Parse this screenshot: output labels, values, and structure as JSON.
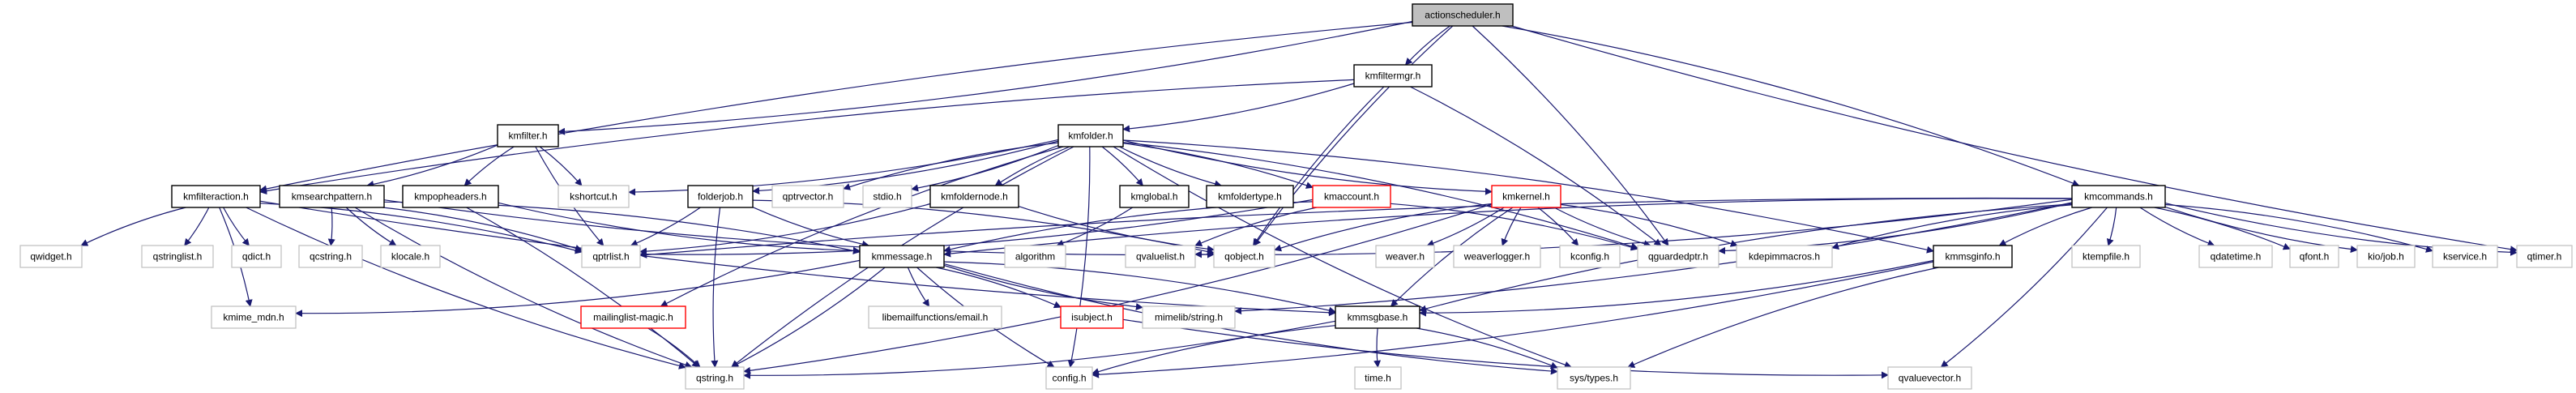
{
  "diagram": {
    "title": "actionscheduler.h include dependency graph",
    "colors": {
      "edge": "#191970",
      "root_fill": "#bfbfbf",
      "local_border": "#000000",
      "external_border": "#bfbfbf",
      "truncated_border": "#ff0000"
    },
    "nodes": [
      {
        "id": "actionscheduler",
        "label": "actionscheduler.h",
        "kind": "root"
      },
      {
        "id": "kmfiltermgr",
        "label": "kmfiltermgr.h",
        "kind": "local"
      },
      {
        "id": "kmfilter",
        "label": "kmfilter.h",
        "kind": "local"
      },
      {
        "id": "kmfolder",
        "label": "kmfolder.h",
        "kind": "local"
      },
      {
        "id": "kmfilteraction",
        "label": "kmfilteraction.h",
        "kind": "local"
      },
      {
        "id": "kmsearchpattern",
        "label": "kmsearchpattern.h",
        "kind": "local"
      },
      {
        "id": "kmpopheaders",
        "label": "kmpopheaders.h",
        "kind": "local"
      },
      {
        "id": "kshortcut",
        "label": "kshortcut.h",
        "kind": "external"
      },
      {
        "id": "folderjob",
        "label": "folderjob.h",
        "kind": "local"
      },
      {
        "id": "qptrvector",
        "label": "qptrvector.h",
        "kind": "external"
      },
      {
        "id": "stdio",
        "label": "stdio.h",
        "kind": "external"
      },
      {
        "id": "kmfoldernode",
        "label": "kmfoldernode.h",
        "kind": "local"
      },
      {
        "id": "kmglobal",
        "label": "kmglobal.h",
        "kind": "local"
      },
      {
        "id": "kmfoldertype",
        "label": "kmfoldertype.h",
        "kind": "local"
      },
      {
        "id": "kmaccount",
        "label": "kmaccount.h",
        "kind": "truncated"
      },
      {
        "id": "kmkernel",
        "label": "kmkernel.h",
        "kind": "truncated"
      },
      {
        "id": "kmcommands",
        "label": "kmcommands.h",
        "kind": "local"
      },
      {
        "id": "qwidget",
        "label": "qwidget.h",
        "kind": "external"
      },
      {
        "id": "qstringlist",
        "label": "qstringlist.h",
        "kind": "external"
      },
      {
        "id": "qdict",
        "label": "qdict.h",
        "kind": "external"
      },
      {
        "id": "qcstring",
        "label": "qcstring.h",
        "kind": "external"
      },
      {
        "id": "klocale",
        "label": "klocale.h",
        "kind": "external"
      },
      {
        "id": "qptrlist",
        "label": "qptrlist.h",
        "kind": "external"
      },
      {
        "id": "kmmessage",
        "label": "kmmessage.h",
        "kind": "local"
      },
      {
        "id": "algorithm",
        "label": "algorithm",
        "kind": "external"
      },
      {
        "id": "qvaluelist",
        "label": "qvaluelist.h",
        "kind": "external"
      },
      {
        "id": "qobject",
        "label": "qobject.h",
        "kind": "external"
      },
      {
        "id": "weaver",
        "label": "weaver.h",
        "kind": "external"
      },
      {
        "id": "weaverlogger",
        "label": "weaverlogger.h",
        "kind": "external"
      },
      {
        "id": "kconfig",
        "label": "kconfig.h",
        "kind": "external"
      },
      {
        "id": "qguardedptr",
        "label": "qguardedptr.h",
        "kind": "external"
      },
      {
        "id": "kdepimmacros",
        "label": "kdepimmacros.h",
        "kind": "external"
      },
      {
        "id": "kmmsginfo",
        "label": "kmmsginfo.h",
        "kind": "local"
      },
      {
        "id": "ktempfile",
        "label": "ktempfile.h",
        "kind": "external"
      },
      {
        "id": "qdatetime",
        "label": "qdatetime.h",
        "kind": "external"
      },
      {
        "id": "qfont",
        "label": "qfont.h",
        "kind": "external"
      },
      {
        "id": "kiojob",
        "label": "kio/job.h",
        "kind": "external"
      },
      {
        "id": "kservice",
        "label": "kservice.h",
        "kind": "external"
      },
      {
        "id": "qtimer",
        "label": "qtimer.h",
        "kind": "external"
      },
      {
        "id": "kmime_mdn",
        "label": "kmime_mdn.h",
        "kind": "external"
      },
      {
        "id": "mailinglistmagic",
        "label": "mailinglist-magic.h",
        "kind": "truncated"
      },
      {
        "id": "libemail",
        "label": "libemailfunctions/email.h",
        "kind": "external"
      },
      {
        "id": "isubject",
        "label": "isubject.h",
        "kind": "truncated"
      },
      {
        "id": "mimelibstring",
        "label": "mimelib/string.h",
        "kind": "external"
      },
      {
        "id": "kmmsgbase",
        "label": "kmmsgbase.h",
        "kind": "local"
      },
      {
        "id": "qstring",
        "label": "qstring.h",
        "kind": "external"
      },
      {
        "id": "config",
        "label": "config.h",
        "kind": "external"
      },
      {
        "id": "time",
        "label": "time.h",
        "kind": "external"
      },
      {
        "id": "systypes",
        "label": "sys/types.h",
        "kind": "external"
      },
      {
        "id": "qvaluevector",
        "label": "qvaluevector.h",
        "kind": "external"
      }
    ],
    "edges": [
      [
        "actionscheduler",
        "kmfiltermgr"
      ],
      [
        "actionscheduler",
        "kmfilter"
      ],
      [
        "actionscheduler",
        "kmfilteraction"
      ],
      [
        "actionscheduler",
        "kmcommands"
      ],
      [
        "actionscheduler",
        "qobject"
      ],
      [
        "actionscheduler",
        "qguardedptr"
      ],
      [
        "actionscheduler",
        "qtimer"
      ],
      [
        "kmfiltermgr",
        "kmfolder"
      ],
      [
        "kmfiltermgr",
        "kmfilteraction"
      ],
      [
        "kmfiltermgr",
        "qguardedptr"
      ],
      [
        "kmfiltermgr",
        "qobject"
      ],
      [
        "kmfilter",
        "kmsearchpattern"
      ],
      [
        "kmfilter",
        "kmpopheaders"
      ],
      [
        "kmfilter",
        "kshortcut"
      ],
      [
        "kmfilter",
        "qptrlist"
      ],
      [
        "kmfolder",
        "folderjob"
      ],
      [
        "kmfolder",
        "qptrvector"
      ],
      [
        "kmfolder",
        "stdio"
      ],
      [
        "kmfolder",
        "kmfoldernode"
      ],
      [
        "kmfolder",
        "kmglobal"
      ],
      [
        "kmfolder",
        "kmfoldertype"
      ],
      [
        "kmfolder",
        "kmaccount"
      ],
      [
        "kmfolder",
        "kmkernel"
      ],
      [
        "kmfolder",
        "kshortcut"
      ],
      [
        "kmfolder",
        "mailinglistmagic"
      ],
      [
        "kmfolder",
        "config"
      ],
      [
        "kmfolder",
        "qstring"
      ],
      [
        "kmfolder",
        "kmmsginfo"
      ],
      [
        "kmfolder",
        "systypes"
      ],
      [
        "kmfolder",
        "qguardedptr"
      ],
      [
        "kmfilteraction",
        "qwidget"
      ],
      [
        "kmfilteraction",
        "qstringlist"
      ],
      [
        "kmfilteraction",
        "qdict"
      ],
      [
        "kmfilteraction",
        "kmime_mdn"
      ],
      [
        "kmfilteraction",
        "qstring"
      ],
      [
        "kmfilteraction",
        "qptrlist"
      ],
      [
        "kmfilteraction",
        "kmmsgbase"
      ],
      [
        "kmsearchpattern",
        "qcstring"
      ],
      [
        "kmsearchpattern",
        "klocale"
      ],
      [
        "kmsearchpattern",
        "qptrlist"
      ],
      [
        "kmsearchpattern",
        "qstring"
      ],
      [
        "kmsearchpattern",
        "kmmessage"
      ],
      [
        "kmsearchpattern",
        "qobject"
      ],
      [
        "kmpopheaders",
        "qstring"
      ],
      [
        "kmpopheaders",
        "kmmessage"
      ],
      [
        "folderjob",
        "qptrlist"
      ],
      [
        "folderjob",
        "kmmessage"
      ],
      [
        "folderjob",
        "qobject"
      ],
      [
        "folderjob",
        "qstring"
      ],
      [
        "kmfoldernode",
        "qptrlist"
      ],
      [
        "kmfoldernode",
        "qobject"
      ],
      [
        "kmglobal",
        "algorithm"
      ],
      [
        "kmaccount",
        "kmmessage"
      ],
      [
        "kmaccount",
        "qptrlist"
      ],
      [
        "kmaccount",
        "qvaluelist"
      ],
      [
        "kmaccount",
        "qguardedptr"
      ],
      [
        "kmkernel",
        "qobject"
      ],
      [
        "kmkernel",
        "weaver"
      ],
      [
        "kmkernel",
        "weaverlogger"
      ],
      [
        "kmkernel",
        "kconfig"
      ],
      [
        "kmkernel",
        "qguardedptr"
      ],
      [
        "kmkernel",
        "kdepimmacros"
      ],
      [
        "kmkernel",
        "kmmsgbase"
      ],
      [
        "kmkernel",
        "qstring"
      ],
      [
        "kmcommands",
        "qptrlist"
      ],
      [
        "kmcommands",
        "qguardedptr"
      ],
      [
        "kmcommands",
        "kdepimmacros"
      ],
      [
        "kmcommands",
        "qvaluelist"
      ],
      [
        "kmcommands",
        "kmmsginfo"
      ],
      [
        "kmcommands",
        "ktempfile"
      ],
      [
        "kmcommands",
        "qdatetime"
      ],
      [
        "kmcommands",
        "qfont"
      ],
      [
        "kmcommands",
        "kiojob"
      ],
      [
        "kmcommands",
        "kservice"
      ],
      [
        "kmcommands",
        "qtimer"
      ],
      [
        "kmcommands",
        "qvaluevector"
      ],
      [
        "kmcommands",
        "kmmessage"
      ],
      [
        "kmcommands",
        "mimelibstring"
      ],
      [
        "kmcommands",
        "kmmsgbase"
      ],
      [
        "kmmessage",
        "kmime_mdn"
      ],
      [
        "kmmessage",
        "libemail"
      ],
      [
        "kmmessage",
        "isubject"
      ],
      [
        "kmmessage",
        "mimelibstring"
      ],
      [
        "kmmessage",
        "kmmsgbase"
      ],
      [
        "kmmessage",
        "config"
      ],
      [
        "kmmessage",
        "qstring"
      ],
      [
        "kmmessage",
        "systypes"
      ],
      [
        "mailinglistmagic",
        "qstring"
      ],
      [
        "isubject",
        "qvaluevector"
      ],
      [
        "kmmsginfo",
        "kmmsgbase"
      ],
      [
        "kmmsginfo",
        "systypes"
      ],
      [
        "kmmsginfo",
        "config"
      ],
      [
        "kmmsgbase",
        "time"
      ],
      [
        "kmmsgbase",
        "qstring"
      ],
      [
        "kmmsgbase",
        "config"
      ],
      [
        "kmmsgbase",
        "systypes"
      ]
    ]
  }
}
